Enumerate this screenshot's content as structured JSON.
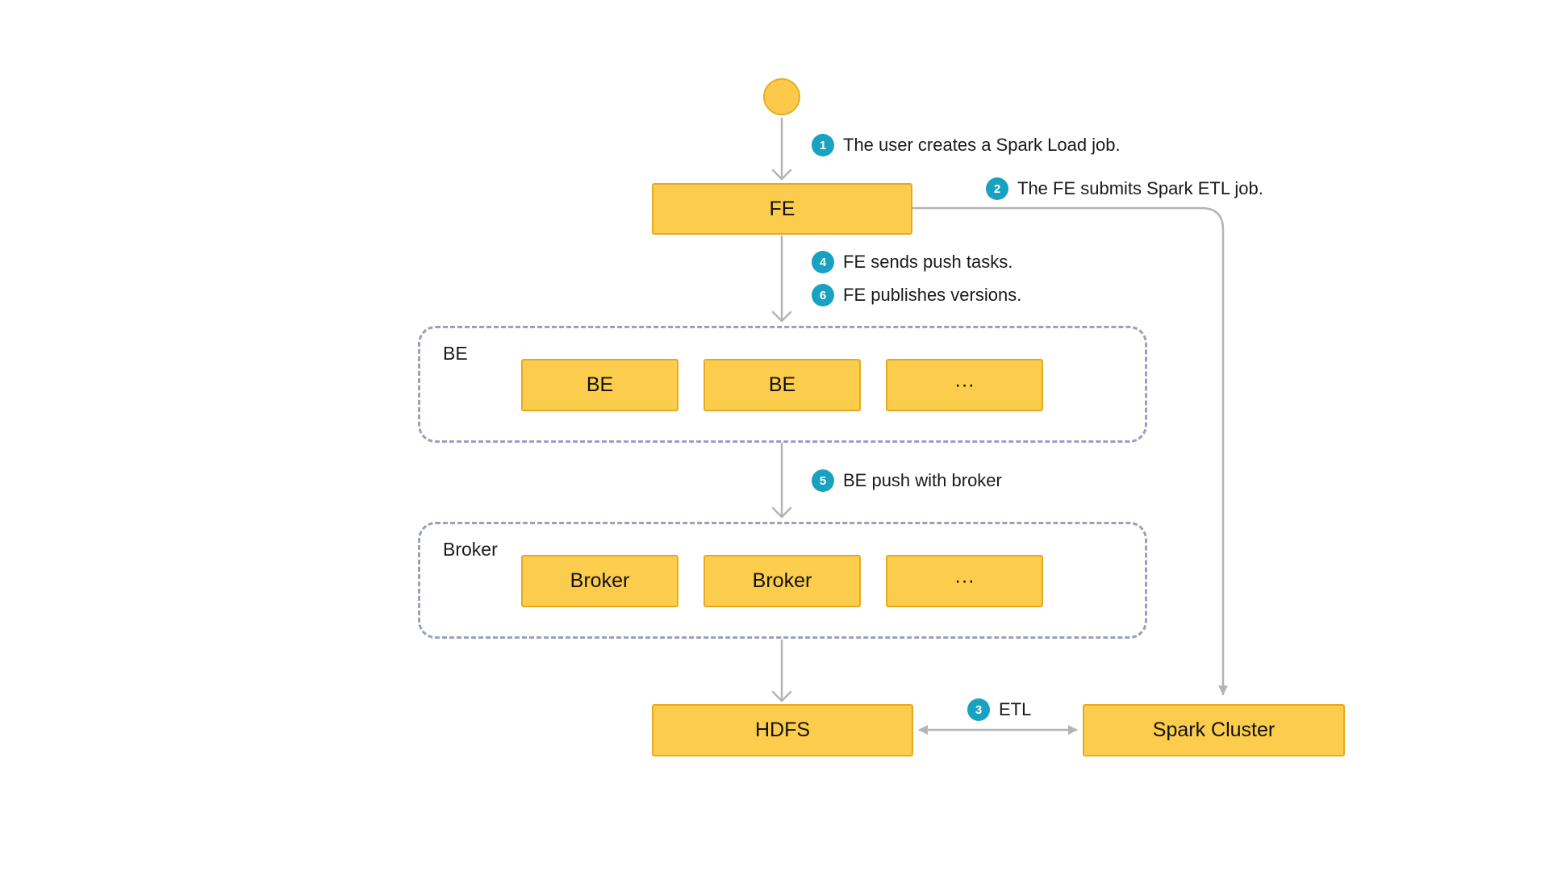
{
  "nodes": {
    "fe": "FE",
    "be_1": "BE",
    "be_2": "BE",
    "be_more": "···",
    "broker_1": "Broker",
    "broker_2": "Broker",
    "broker_more": "···",
    "hdfs": "HDFS",
    "spark": "Spark Cluster"
  },
  "groups": {
    "be": "BE",
    "broker": "Broker"
  },
  "steps": [
    {
      "num": "1",
      "text": "The user creates a Spark Load job."
    },
    {
      "num": "2",
      "text": "The FE submits Spark ETL job."
    },
    {
      "num": "3",
      "text": "ETL"
    },
    {
      "num": "4",
      "text": "FE sends push tasks."
    },
    {
      "num": "5",
      "text": "BE push with broker"
    },
    {
      "num": "6",
      "text": "FE publishes versions."
    }
  ],
  "colors": {
    "node_fill": "#fccc4d",
    "node_border": "#e5ab1f",
    "step_badge": "#18a2c0",
    "edge": "#b4b4b4",
    "group_border": "#9ca0b8"
  }
}
